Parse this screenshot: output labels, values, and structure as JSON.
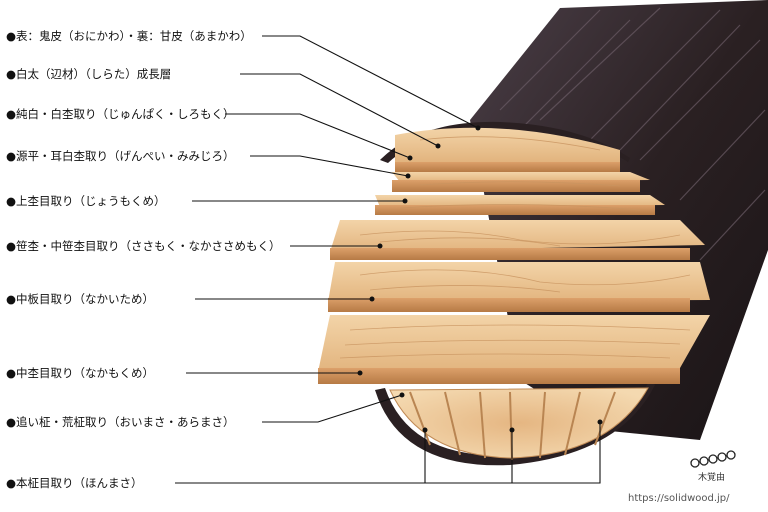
{
  "labels": [
    "●表：鬼皮（おにかわ）・裏：甘皮（あまかわ）",
    "●白太（辺材）（しらた）成長層",
    "●純白・白杢取り（じゅんぱく・しろもく）",
    "●源平・耳白杢取り（げんぺい・みみじろ）",
    "●上杢目取り（じょうもくめ）",
    "●笹杢・中笹杢目取り（ささもく・なかささめもく）",
    "●中板目取り（なかいため）",
    "●中杢目取り（なかもくめ）",
    "●追い柾・荒柾取り（おいまさ・あらまさ）",
    "●本柾目取り（ほんまさ）"
  ],
  "logo": {
    "text": "木覚由"
  },
  "url": "https://solidwood.jp/",
  "colors": {
    "bark": "#2a2022",
    "bark_highlight": "#6b5c66",
    "wood_light": "#f1d2a6",
    "wood_mid": "#e4b57e",
    "wood_dark": "#c98f58",
    "line": "#111111"
  }
}
